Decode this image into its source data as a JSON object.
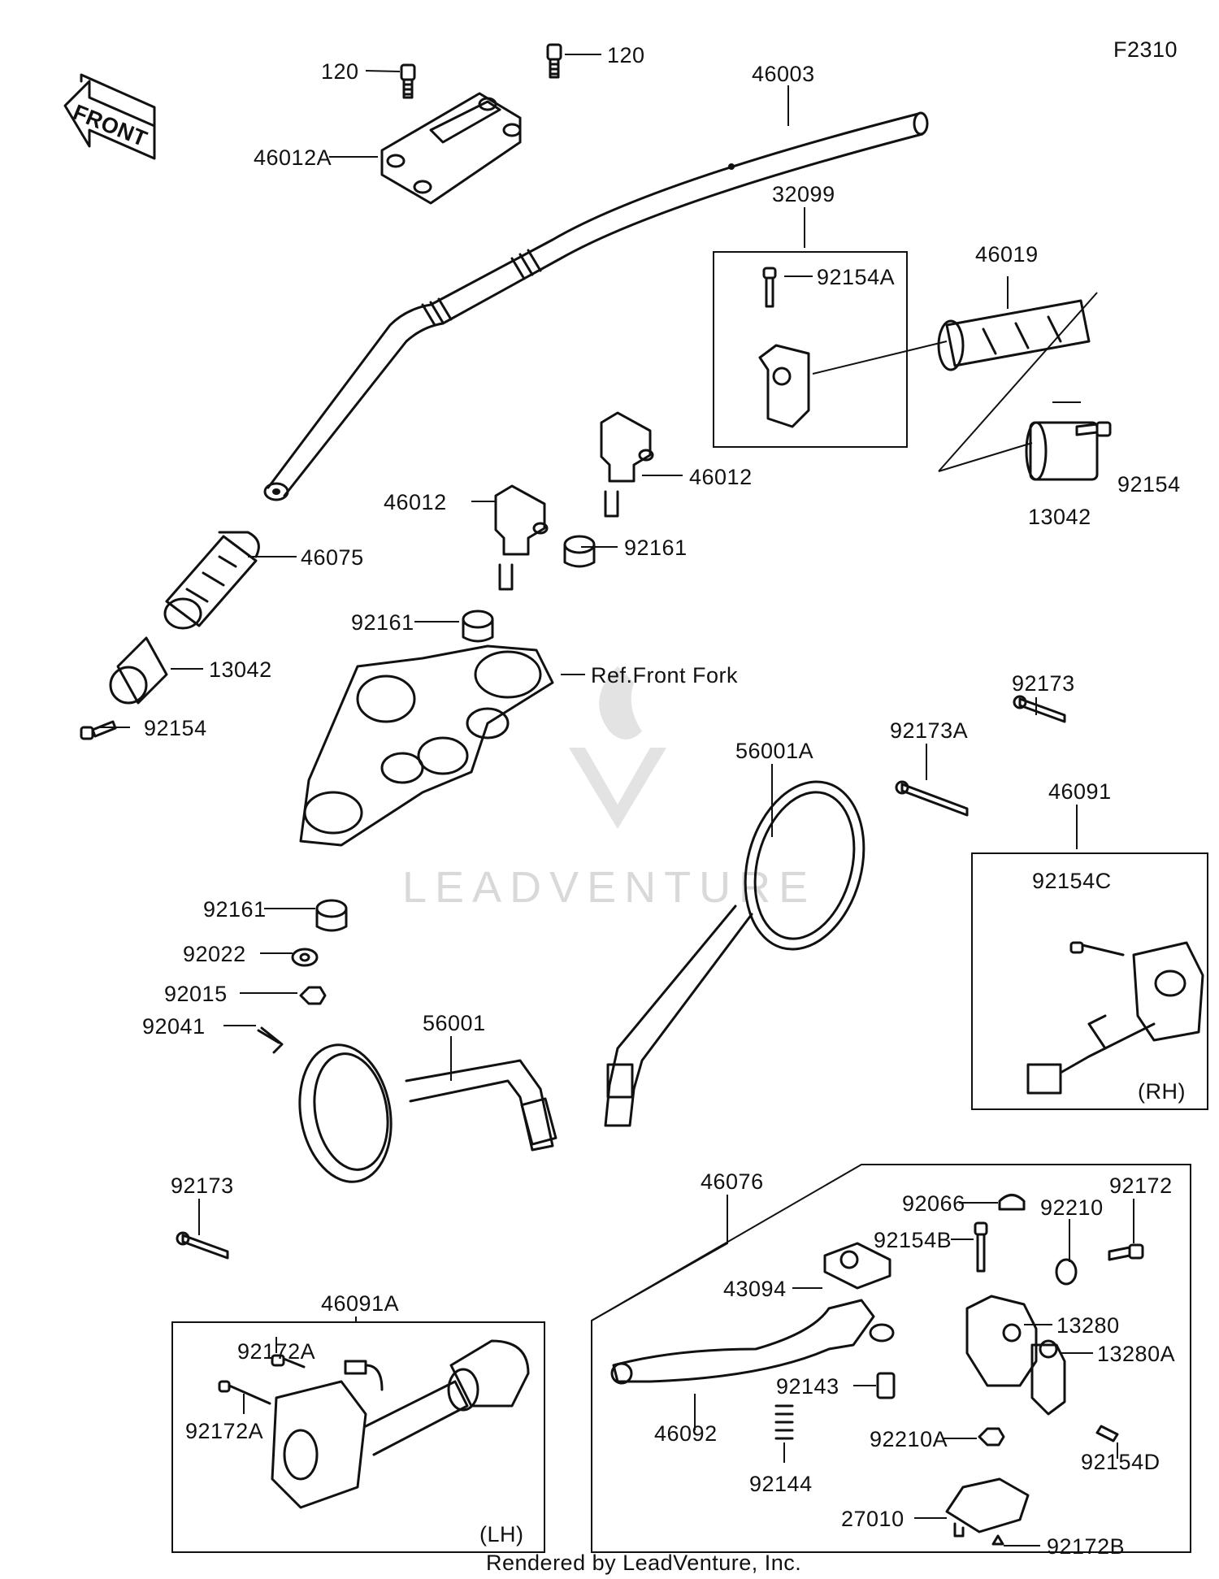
{
  "diagram_code": "F2310",
  "front_arrow_label": "FRONT",
  "footer": "Rendered by LeadVenture, Inc.",
  "watermark": "LEADVENTURE",
  "labels": {
    "l120a": "120",
    "l120b": "120",
    "l46003": "46003",
    "l46012A": "46012A",
    "l32099": "32099",
    "l92154A": "92154A",
    "l46019": "46019",
    "l46012_r": "46012",
    "l46012_l": "46012",
    "l92161_a": "92161",
    "l46075": "46075",
    "l92161_b": "92161",
    "l13042_r": "13042",
    "l92154_r": "92154",
    "l13042_l": "13042",
    "l92154_l": "92154",
    "lRefFork": "Ref.Front Fork",
    "l56001A": "56001A",
    "l92173A": "92173A",
    "l92173_r": "92173",
    "l46091": "46091",
    "l92154C": "92154C",
    "lRH": "(RH)",
    "l92161_c": "92161",
    "l92022": "92022",
    "l92015": "92015",
    "l92041": "92041",
    "l56001": "56001",
    "l92173_l": "92173",
    "l46091A": "46091A",
    "l92172A_a": "92172A",
    "l92172A_b": "92172A",
    "lLH": "(LH)",
    "l46076": "46076",
    "l92066": "92066",
    "l92154B": "92154B",
    "l92210": "92210",
    "l92172": "92172",
    "l43094": "43094",
    "l13280": "13280",
    "l13280A": "13280A",
    "l92143": "92143",
    "l46092": "46092",
    "l92210A": "92210A",
    "l92154D": "92154D",
    "l92144": "92144",
    "l27010": "27010",
    "l92172B": "92172B"
  }
}
